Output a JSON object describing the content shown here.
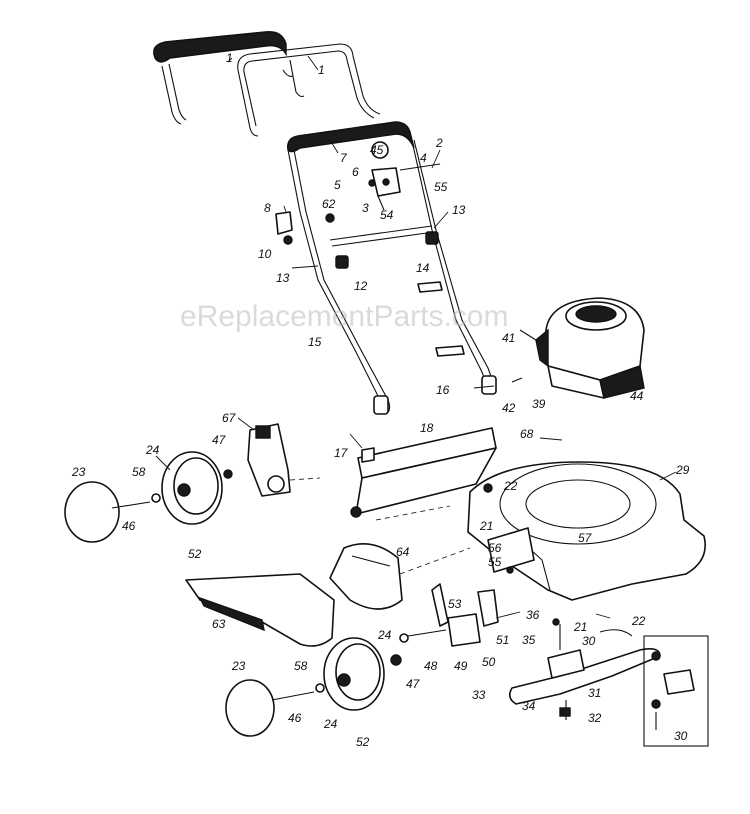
{
  "watermark": "eReplacementParts.com",
  "callouts": [
    {
      "id": "c1a",
      "text": "1"
    },
    {
      "id": "c1b",
      "text": "1"
    },
    {
      "id": "c2",
      "text": "2"
    },
    {
      "id": "c3",
      "text": "3"
    },
    {
      "id": "c4",
      "text": "4"
    },
    {
      "id": "c5",
      "text": "5"
    },
    {
      "id": "c6",
      "text": "6"
    },
    {
      "id": "c7",
      "text": "7"
    },
    {
      "id": "c8",
      "text": "8"
    },
    {
      "id": "c10",
      "text": "10"
    },
    {
      "id": "c12",
      "text": "12"
    },
    {
      "id": "c13a",
      "text": "13"
    },
    {
      "id": "c13b",
      "text": "13"
    },
    {
      "id": "c14",
      "text": "14"
    },
    {
      "id": "c15",
      "text": "15"
    },
    {
      "id": "c16",
      "text": "16"
    },
    {
      "id": "c17",
      "text": "17"
    },
    {
      "id": "c18",
      "text": "18"
    },
    {
      "id": "c21a",
      "text": "21"
    },
    {
      "id": "c21b",
      "text": "21"
    },
    {
      "id": "c22a",
      "text": "22"
    },
    {
      "id": "c22b",
      "text": "22"
    },
    {
      "id": "c23a",
      "text": "23"
    },
    {
      "id": "c23b",
      "text": "23"
    },
    {
      "id": "c24a",
      "text": "24"
    },
    {
      "id": "c24b",
      "text": "24"
    },
    {
      "id": "c24c",
      "text": "24"
    },
    {
      "id": "c29",
      "text": "29"
    },
    {
      "id": "c30a",
      "text": "30"
    },
    {
      "id": "c30b",
      "text": "30"
    },
    {
      "id": "c31",
      "text": "31"
    },
    {
      "id": "c32",
      "text": "32"
    },
    {
      "id": "c33",
      "text": "33"
    },
    {
      "id": "c34",
      "text": "34"
    },
    {
      "id": "c35",
      "text": "35"
    },
    {
      "id": "c36",
      "text": "36"
    },
    {
      "id": "c39",
      "text": "39"
    },
    {
      "id": "c41",
      "text": "41"
    },
    {
      "id": "c42",
      "text": "42"
    },
    {
      "id": "c44",
      "text": "44"
    },
    {
      "id": "c45",
      "text": "45"
    },
    {
      "id": "c46a",
      "text": "46"
    },
    {
      "id": "c46b",
      "text": "46"
    },
    {
      "id": "c47a",
      "text": "47"
    },
    {
      "id": "c47b",
      "text": "47"
    },
    {
      "id": "c48",
      "text": "48"
    },
    {
      "id": "c49",
      "text": "49"
    },
    {
      "id": "c50",
      "text": "50"
    },
    {
      "id": "c51",
      "text": "51"
    },
    {
      "id": "c52a",
      "text": "52"
    },
    {
      "id": "c52b",
      "text": "52"
    },
    {
      "id": "c53",
      "text": "53"
    },
    {
      "id": "c54",
      "text": "54"
    },
    {
      "id": "c55a",
      "text": "55"
    },
    {
      "id": "c55b",
      "text": "55"
    },
    {
      "id": "c56",
      "text": "56"
    },
    {
      "id": "c57",
      "text": "57"
    },
    {
      "id": "c58a",
      "text": "58"
    },
    {
      "id": "c58b",
      "text": "58"
    },
    {
      "id": "c62",
      "text": "62"
    },
    {
      "id": "c63",
      "text": "63"
    },
    {
      "id": "c64",
      "text": "64"
    },
    {
      "id": "c67",
      "text": "67"
    },
    {
      "id": "c68",
      "text": "68"
    }
  ]
}
